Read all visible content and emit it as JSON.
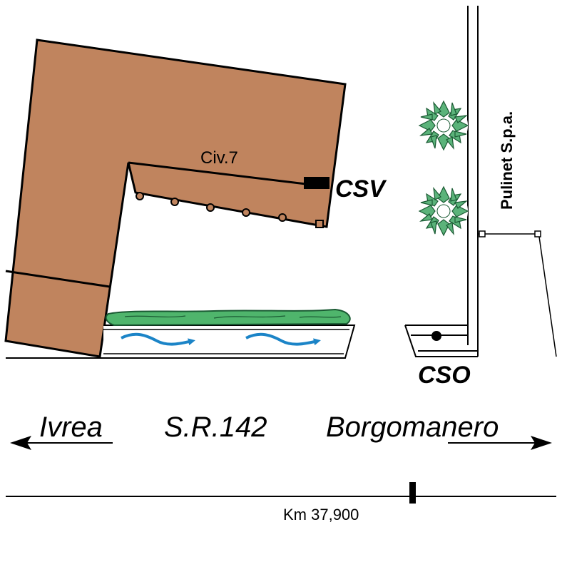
{
  "labels": {
    "civ": "Civ.7",
    "csv": "CSV",
    "cso": "CSO",
    "company": "Pulinet S.p.a.",
    "west": "Ivrea",
    "road": "S.R.142",
    "east": "Borgomanero",
    "km": "Km 37,900"
  },
  "colors": {
    "building": "#c0845e",
    "hedge": "#4fb56c",
    "tree": "#5bb37a",
    "flow_arrow": "#1b84c7",
    "line": "#000000"
  },
  "icons": [
    "tree-icon",
    "flow-arrow-icon",
    "direction-arrow-icon",
    "manhole-icon"
  ]
}
